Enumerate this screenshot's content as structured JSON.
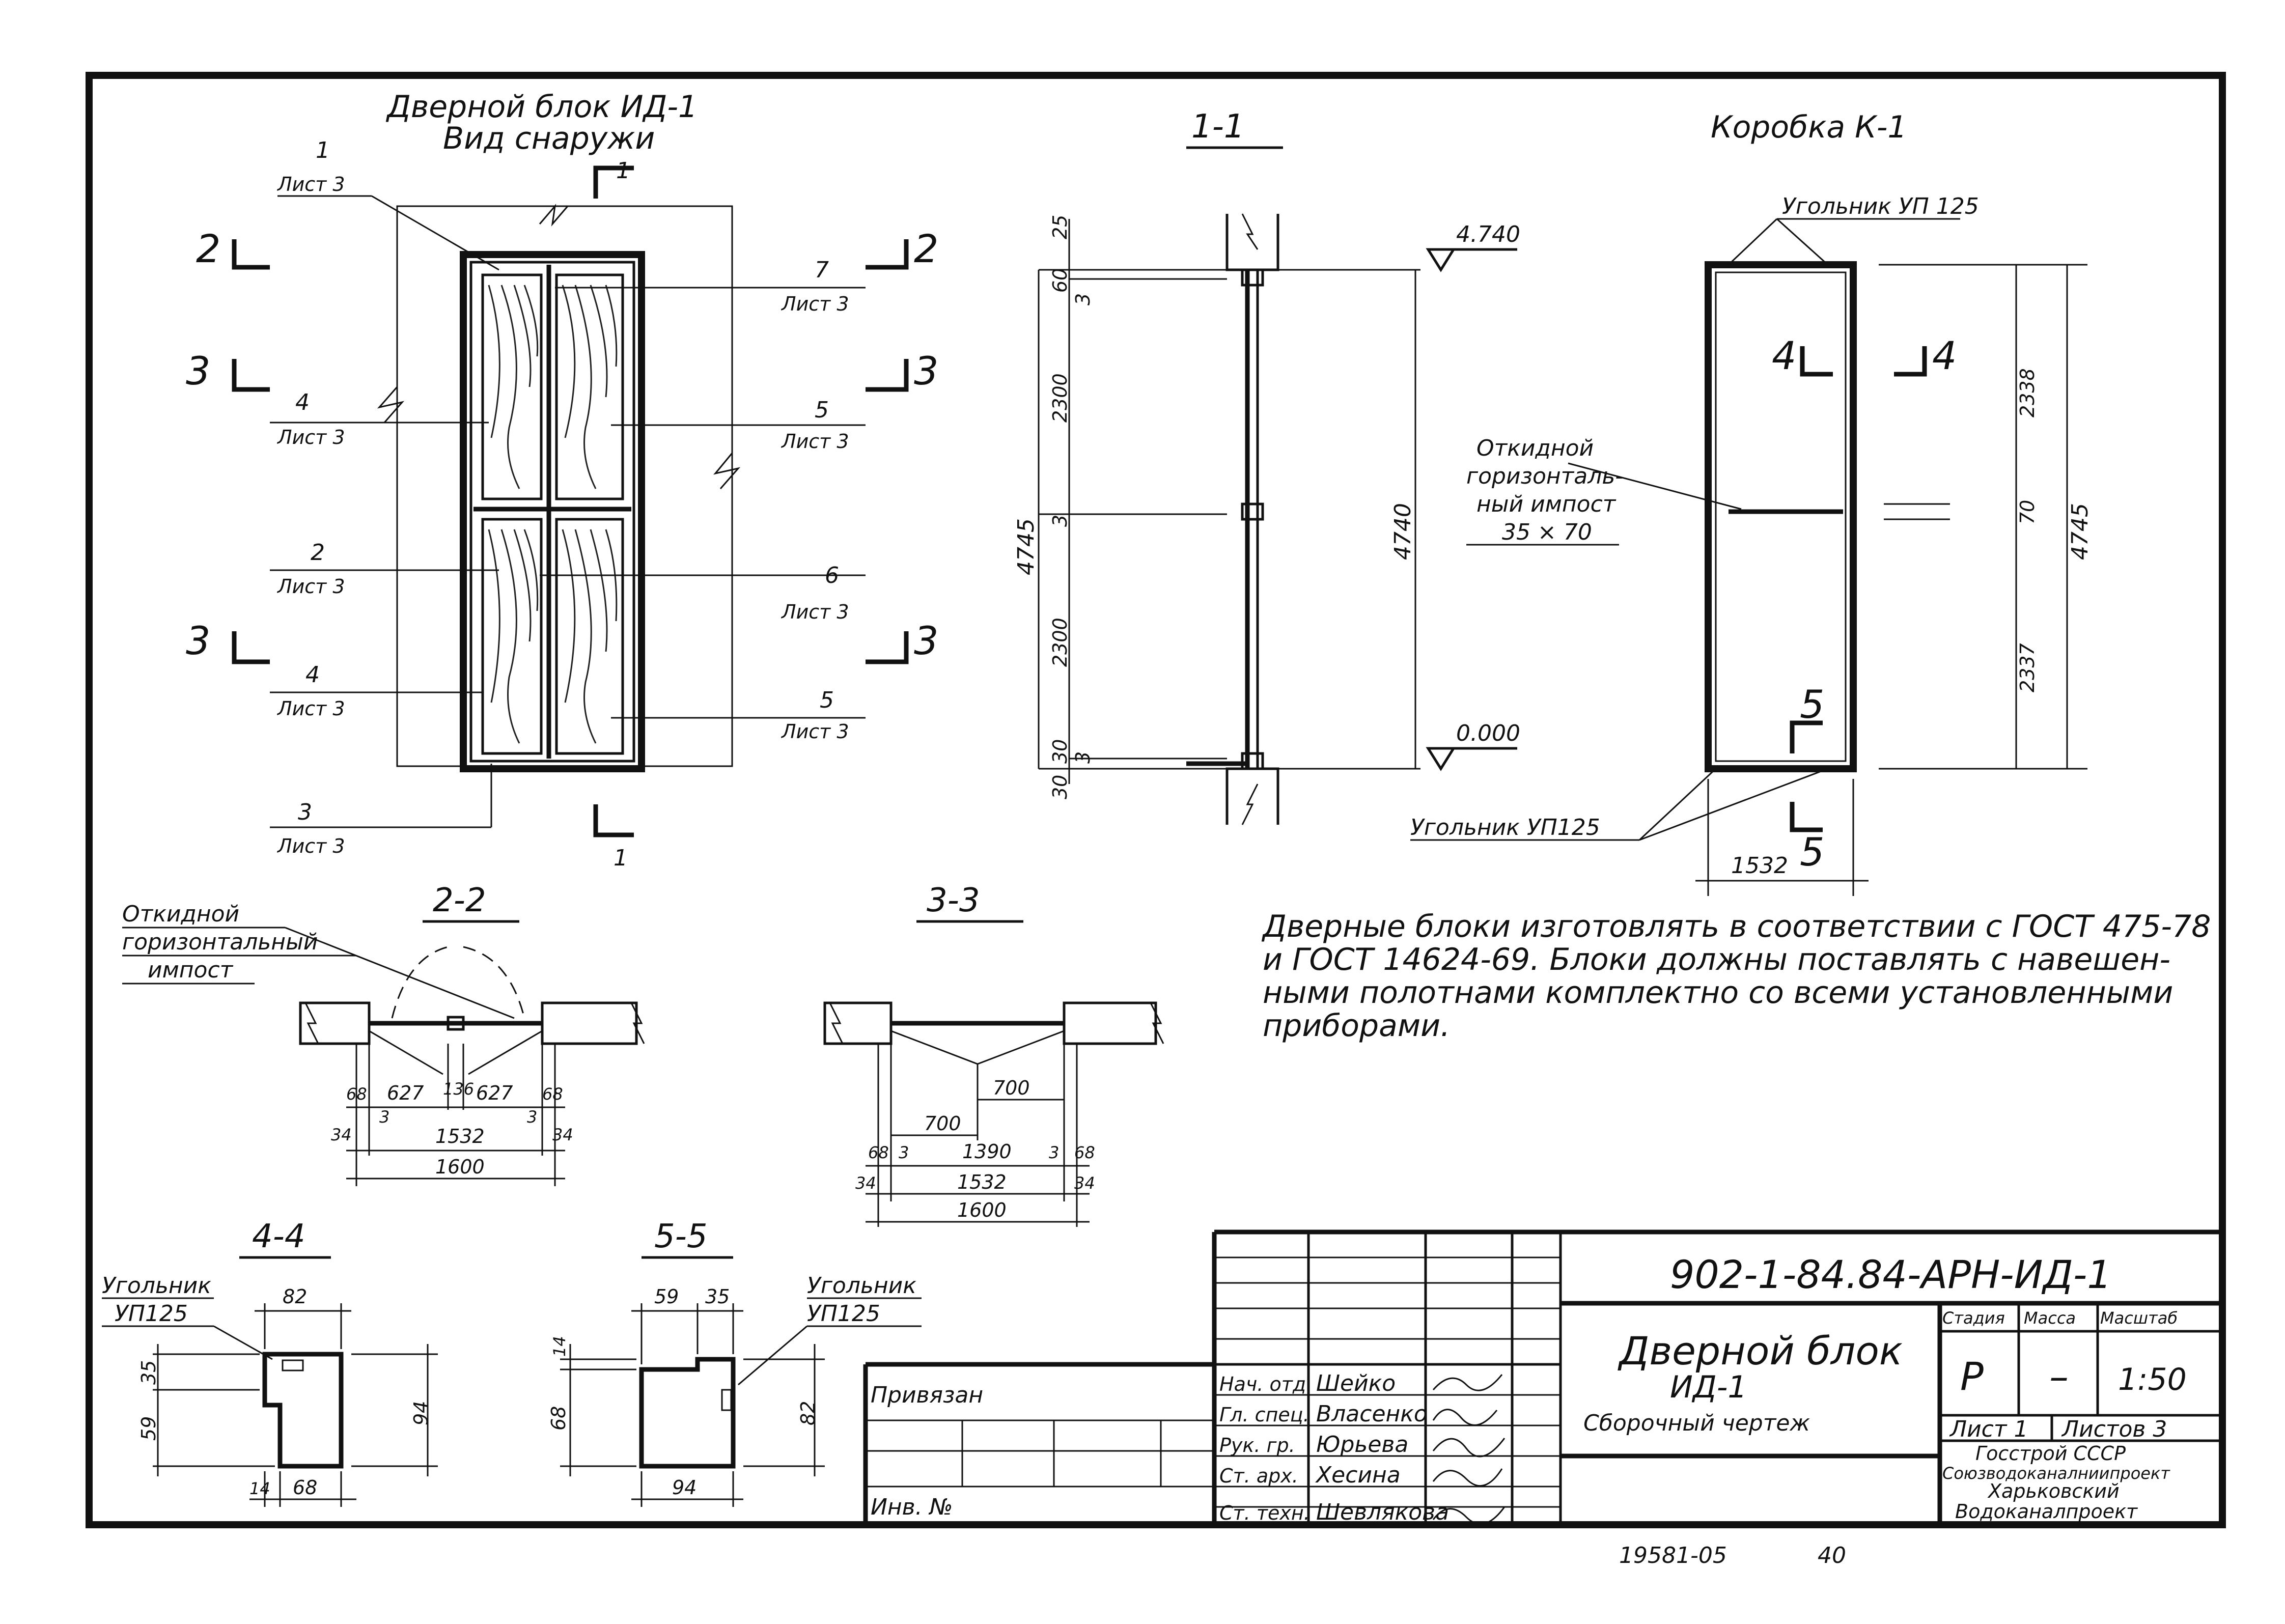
{
  "door_view": {
    "title": "Дверной блок ИД-1",
    "subtitle": "Вид снаружи",
    "callouts": [
      {
        "num": "1",
        "sheet": "Лист 3"
      },
      {
        "num": "7",
        "sheet": "Лист 3"
      },
      {
        "num": "4",
        "sheet": "Лист 3"
      },
      {
        "num": "5",
        "sheet": "Лист 3"
      },
      {
        "num": "2",
        "sheet": "Лист 3"
      },
      {
        "num": "6",
        "sheet": "Лист 3"
      },
      {
        "num": "4",
        "sheet": "Лист 3"
      },
      {
        "num": "5",
        "sheet": "Лист 3"
      },
      {
        "num": "3",
        "sheet": "Лист 3"
      }
    ],
    "cut_marks": [
      "1",
      "2",
      "2",
      "3",
      "3",
      "3",
      "3",
      "1"
    ]
  },
  "section_1_1": {
    "title": "1-1",
    "dims_left": [
      "25",
      "60",
      "3",
      "2300",
      "3",
      "2300",
      "30",
      "3",
      "30"
    ],
    "total_left": "4745",
    "total_right": "4740",
    "level_top": "4.740",
    "level_bottom": "0.000"
  },
  "box_k1": {
    "title": "Коробка К-1",
    "angle_top": "Угольник УП 125",
    "angle_bottom": "Угольник УП125",
    "impost_label_lines": [
      "Откидной",
      "горизонталь-",
      "ный импост",
      "35 × 70"
    ],
    "dims_right": [
      "2338",
      "70",
      "2337"
    ],
    "total_right": "4745",
    "width": "1532",
    "cut_4": "4",
    "cut_5": "5"
  },
  "section_2_2": {
    "title": "2-2",
    "label_lines": [
      "Откидной",
      "горизонтальный",
      "импост"
    ],
    "dims_row1": [
      "68",
      "627",
      "136",
      "627",
      "68"
    ],
    "dims_row1b": [
      "3",
      "3"
    ],
    "dims_row2": [
      "34",
      "1532",
      "34"
    ],
    "dims_row3": "1600"
  },
  "section_3_3": {
    "title": "3-3",
    "dims_top": "700",
    "dims_mid": "700",
    "dims_row1": [
      "68",
      "3",
      "1390",
      "3",
      "68"
    ],
    "dims_row2": [
      "34",
      "1532",
      "34"
    ],
    "dims_row3": "1600"
  },
  "section_4_4": {
    "title": "4-4",
    "label_lines": [
      "Угольник",
      "УП125"
    ],
    "dims": {
      "top": "82",
      "left_a": "35",
      "left_b": "59",
      "right": "94",
      "bottom_a": "14",
      "bottom_b": "68"
    }
  },
  "section_5_5": {
    "title": "5-5",
    "label_lines": [
      "Угольник",
      "УП125"
    ],
    "dims": {
      "top_a": "59",
      "top_b": "35",
      "left_a": "14",
      "left_b": "68",
      "right": "82",
      "bottom": "94"
    }
  },
  "note": [
    "Дверные блоки изготовлять в соответствии с ГОСТ 475-78",
    "и ГОСТ 14624-69. Блоки должны поставлять с навешен-",
    "ными полотнами комплектно со всеми установленными",
    "приборами."
  ],
  "title_block": {
    "code": "902-1-84.84-АРН-ИД-1",
    "name_line1": "Дверной блок",
    "name_line2": "ИД-1",
    "name_line3": "Сборочный чертеж",
    "stage_header": "Стадия",
    "mass_header": "Масса",
    "scale_header": "Масштаб",
    "stage": "Р",
    "mass": "–",
    "scale": "1:50",
    "sheet": "Лист 1",
    "sheets": "Листов 3",
    "org_lines": [
      "Госстрой СССР",
      "Союзводоканалниипроект",
      "Харьковский",
      "Водоканалпроект"
    ],
    "privyazan": "Привязан",
    "inv": "Инв. №",
    "roles": [
      "Нач. отд.",
      "Гл. спец.",
      "Рук. гр.",
      "Ст. арх.",
      "Ст. техн."
    ],
    "names": [
      "Шейко",
      "Власенко",
      "Юрьева",
      "Хесина",
      "Шевлякова"
    ]
  },
  "footer": {
    "archive": "19581-05",
    "page": "40"
  }
}
